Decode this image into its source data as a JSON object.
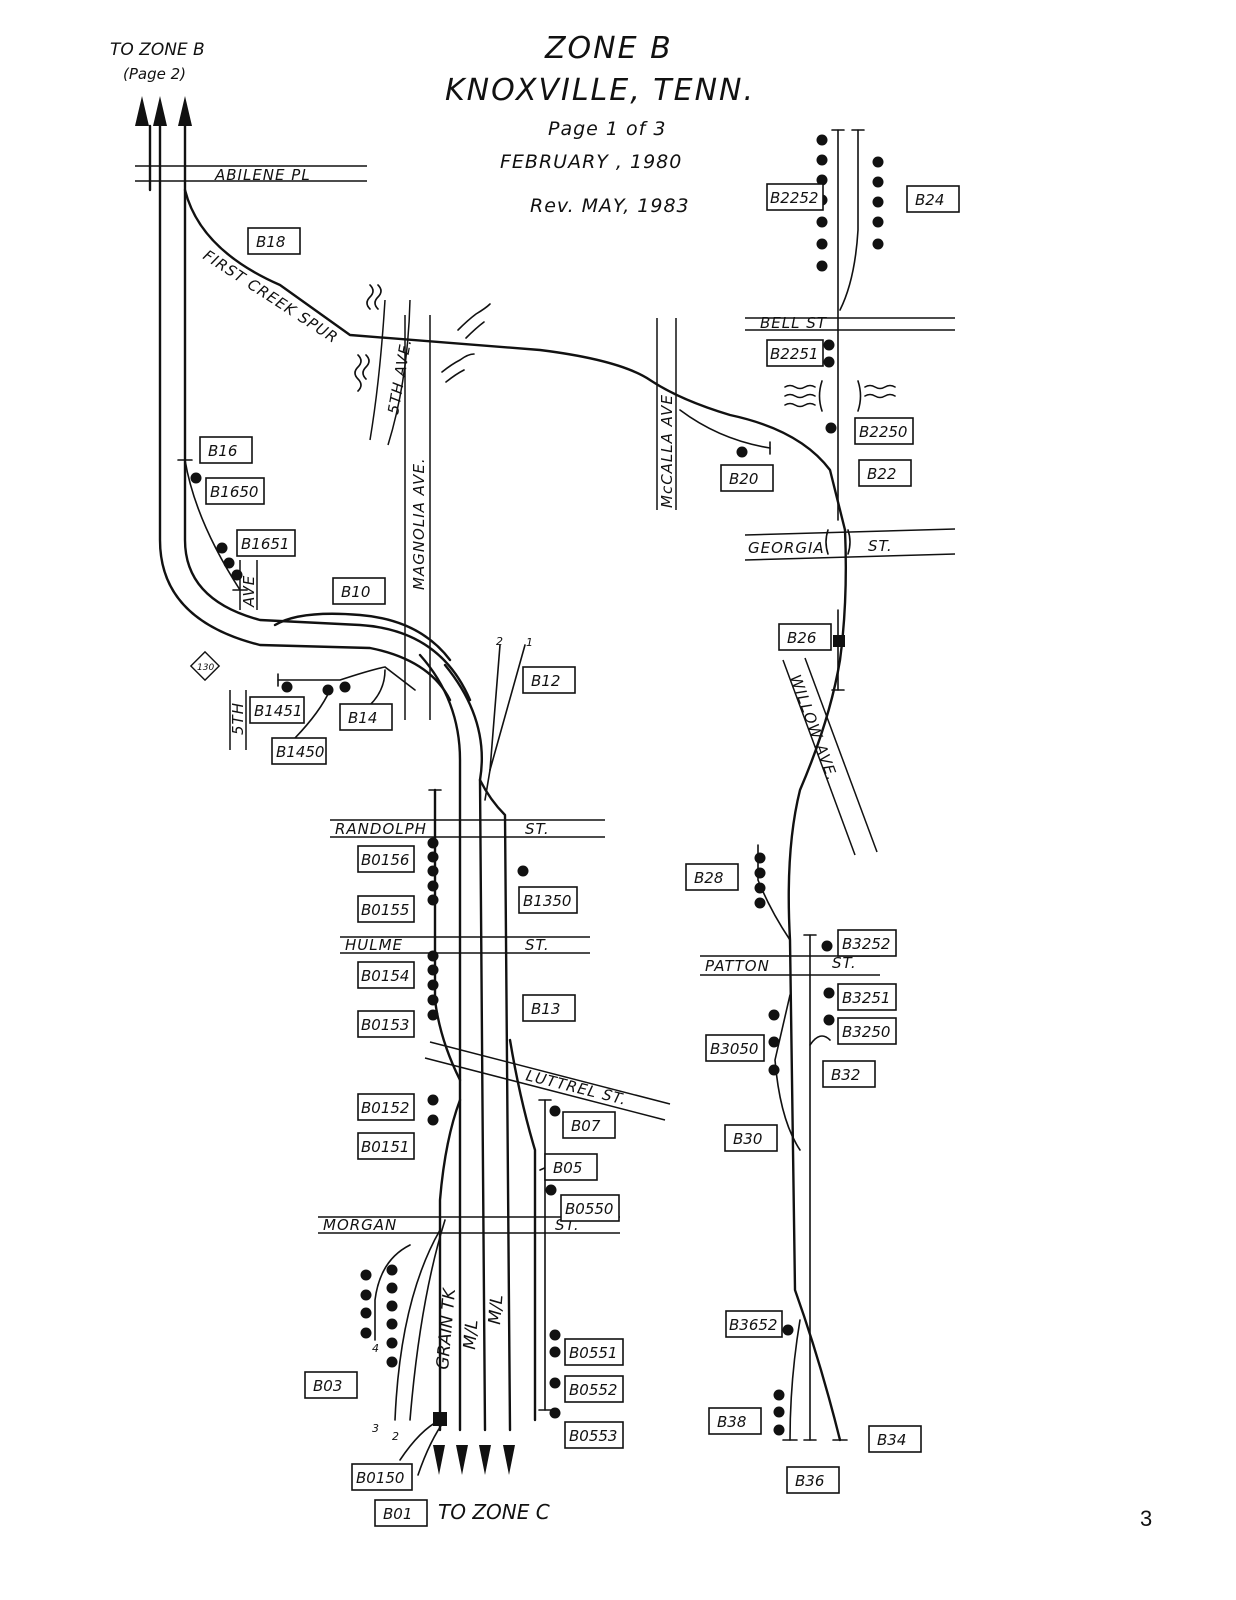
{
  "title": {
    "zone": "ZONE B",
    "city": "KNOXVILLE, TENN.",
    "page": "Page 1 of 3",
    "date": "FEBRUARY , 1980",
    "revision": "Rev. MAY, 1983"
  },
  "connections": {
    "north": "TO ZONE B",
    "north_note": "(Page 2)",
    "south": "TO ZONE C"
  },
  "streets": {
    "abilene": "ABILENE PL",
    "fifth_ave": "5TH AVE.",
    "magnolia": "MAGNOLIA AVE.",
    "mccalla": "McCALLA AVE",
    "bell": "BELL ST",
    "georgia": "GEORGIA",
    "georgia_st": "ST.",
    "willow": "WILLOW AVE.",
    "ave_small": "AVE",
    "fifth": "5TH",
    "randolph": "RANDOLPH",
    "randolph_st": "ST.",
    "hulme": "HULME",
    "hulme_st": "ST.",
    "luttrel": "LUTTREL ST.",
    "morgan": "MORGAN",
    "morgan_st": "ST.",
    "patton": "PATTON",
    "patton_st": "ST.",
    "spur": "FIRST CREEK SPUR",
    "route": "130"
  },
  "track_labels": {
    "grain": "GRAIN TK",
    "ml1": "M/L",
    "ml2": "M/L"
  },
  "track_ids": {
    "B18": "B18",
    "B16": "B16",
    "B1650": "B1650",
    "B1651": "B1651",
    "B10": "B10",
    "B12": "B12",
    "B14": "B14",
    "B1451": "B1451",
    "B1450": "B1450",
    "B0156": "B0156",
    "B0155": "B0155",
    "B1350": "B1350",
    "B0154": "B0154",
    "B0153": "B0153",
    "B13": "B13",
    "B0152": "B0152",
    "B0151": "B0151",
    "B07": "B07",
    "B05": "B05",
    "B0550": "B0550",
    "B03": "B03",
    "B0551": "B0551",
    "B0552": "B0552",
    "B0553": "B0553",
    "B0150": "B0150",
    "B01": "B01",
    "B2252": "B2252",
    "B24": "B24",
    "B2251": "B2251",
    "B2250": "B2250",
    "B22": "B22",
    "B20": "B20",
    "B26": "B26",
    "B28": "B28",
    "B3252": "B3252",
    "B3251": "B3251",
    "B3250": "B3250",
    "B3050": "B3050",
    "B32": "B32",
    "B30": "B30",
    "B3652": "B3652",
    "B38": "B38",
    "B34": "B34",
    "B36": "B36"
  },
  "track_marks": {
    "one": "1",
    "two": "2",
    "three": "3",
    "four": "4"
  },
  "page_number": "3"
}
